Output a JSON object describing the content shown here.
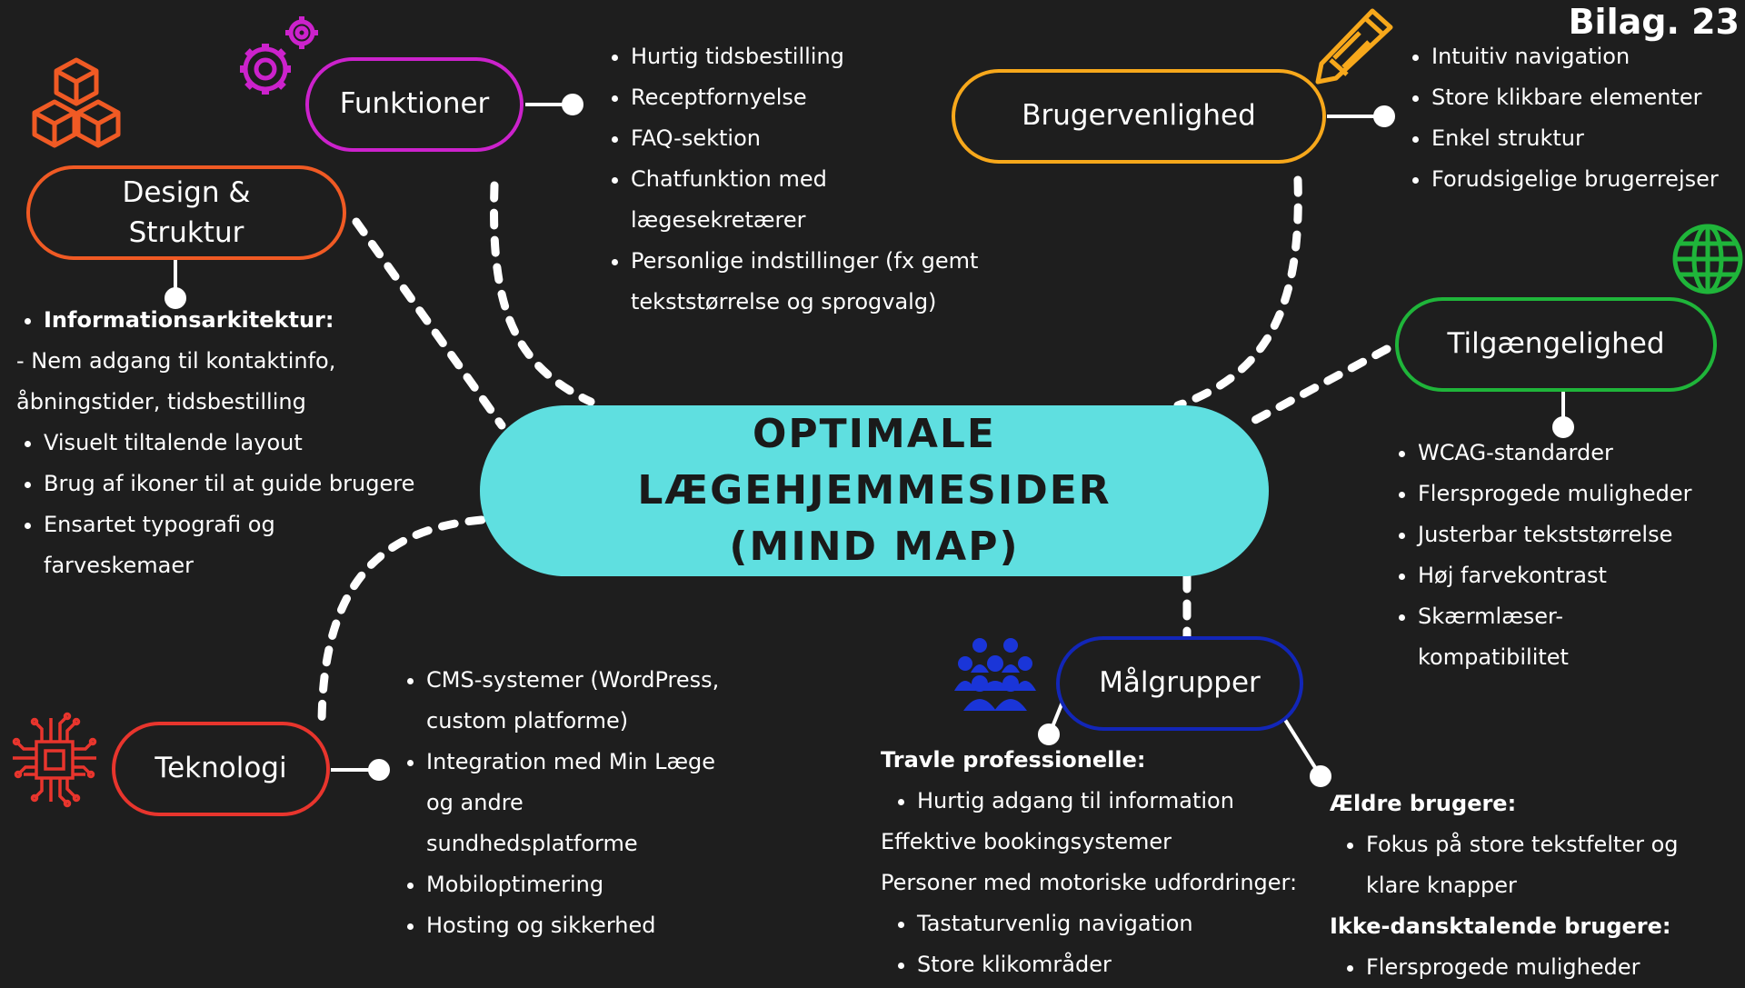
{
  "bilag": "Bilag. 23",
  "center": {
    "lines": [
      "OPTIMALE",
      "LÆGEHJEMMESIDER",
      "(MIND MAP)"
    ]
  },
  "nodes": {
    "funktioner": "Funktioner",
    "design_line1": "Design &",
    "design_line2": "Struktur",
    "brugervenlighed": "Brugervenlighed",
    "tilgaengelighed": "Tilgængelighed",
    "teknologi": "Teknologi",
    "maalgrupper": "Målgrupper"
  },
  "colors": {
    "funktioner": "#cc22cc",
    "design": "#f05a24",
    "brugervenlighed": "#f7a81b",
    "tilgaengelighed": "#1fb53a",
    "teknologi": "#e8352d",
    "maalgrupper": "#1226b8",
    "center": "#5fdfe0"
  },
  "icons": {
    "funktioner": "gears-icon",
    "design": "cubes-icon",
    "brugervenlighed": "pencil-icon",
    "tilgaengelighed": "globe-icon",
    "teknologi": "chip-icon",
    "maalgrupper": "people-icon"
  },
  "funktioner_list": [
    "Hurtig tidsbestilling",
    "Receptfornyelse",
    "FAQ-sektion",
    "Chatfunktion med",
    "lægesekretærer",
    "Personlige indstillinger (fx gemt",
    "tekststørrelse og sprogvalg)"
  ],
  "brugervenlighed_list": [
    "Intuitiv navigation",
    "Store klikbare elementer",
    "Enkel struktur",
    "Forudsigelige brugerrejser"
  ],
  "design_list": {
    "heading": "Informationsarkitektur:",
    "line1": "- Nem adgang til kontaktinfo,",
    "line2": "åbningstider, tidsbestilling",
    "items": [
      "Visuelt tiltalende layout",
      "Brug af ikoner til at guide brugere",
      "Ensartet typografi og",
      "farveskemaer"
    ]
  },
  "tilgaengelighed_list": [
    "WCAG-standarder",
    "Flersprogede muligheder",
    "Justerbar tekststørrelse",
    "Høj farvekontrast",
    "Skærmlæser-",
    "kompatibilitet"
  ],
  "teknologi_list": [
    "CMS-systemer (WordPress,",
    "custom platforme)",
    "Integration med Min Læge",
    "og andre",
    "sundhedsplatforme",
    "Mobiloptimering",
    "Hosting og sikkerhed"
  ],
  "maalgrupper_left": {
    "heading1": "Travle professionelle:",
    "item1": "Hurtig adgang til information",
    "line2": "Effektive bookingsystemer",
    "line3": "Personer med motoriske udfordringer:",
    "item3": "Tastaturvenlig navigation",
    "item4": "Store klikområder"
  },
  "maalgrupper_right": {
    "heading1": "Ældre brugere:",
    "item1": "Fokus på store tekstfelter og",
    "item2": "klare knapper",
    "heading2": "Ikke-dansktalende brugere:",
    "item3": "Flersprogede muligheder"
  }
}
